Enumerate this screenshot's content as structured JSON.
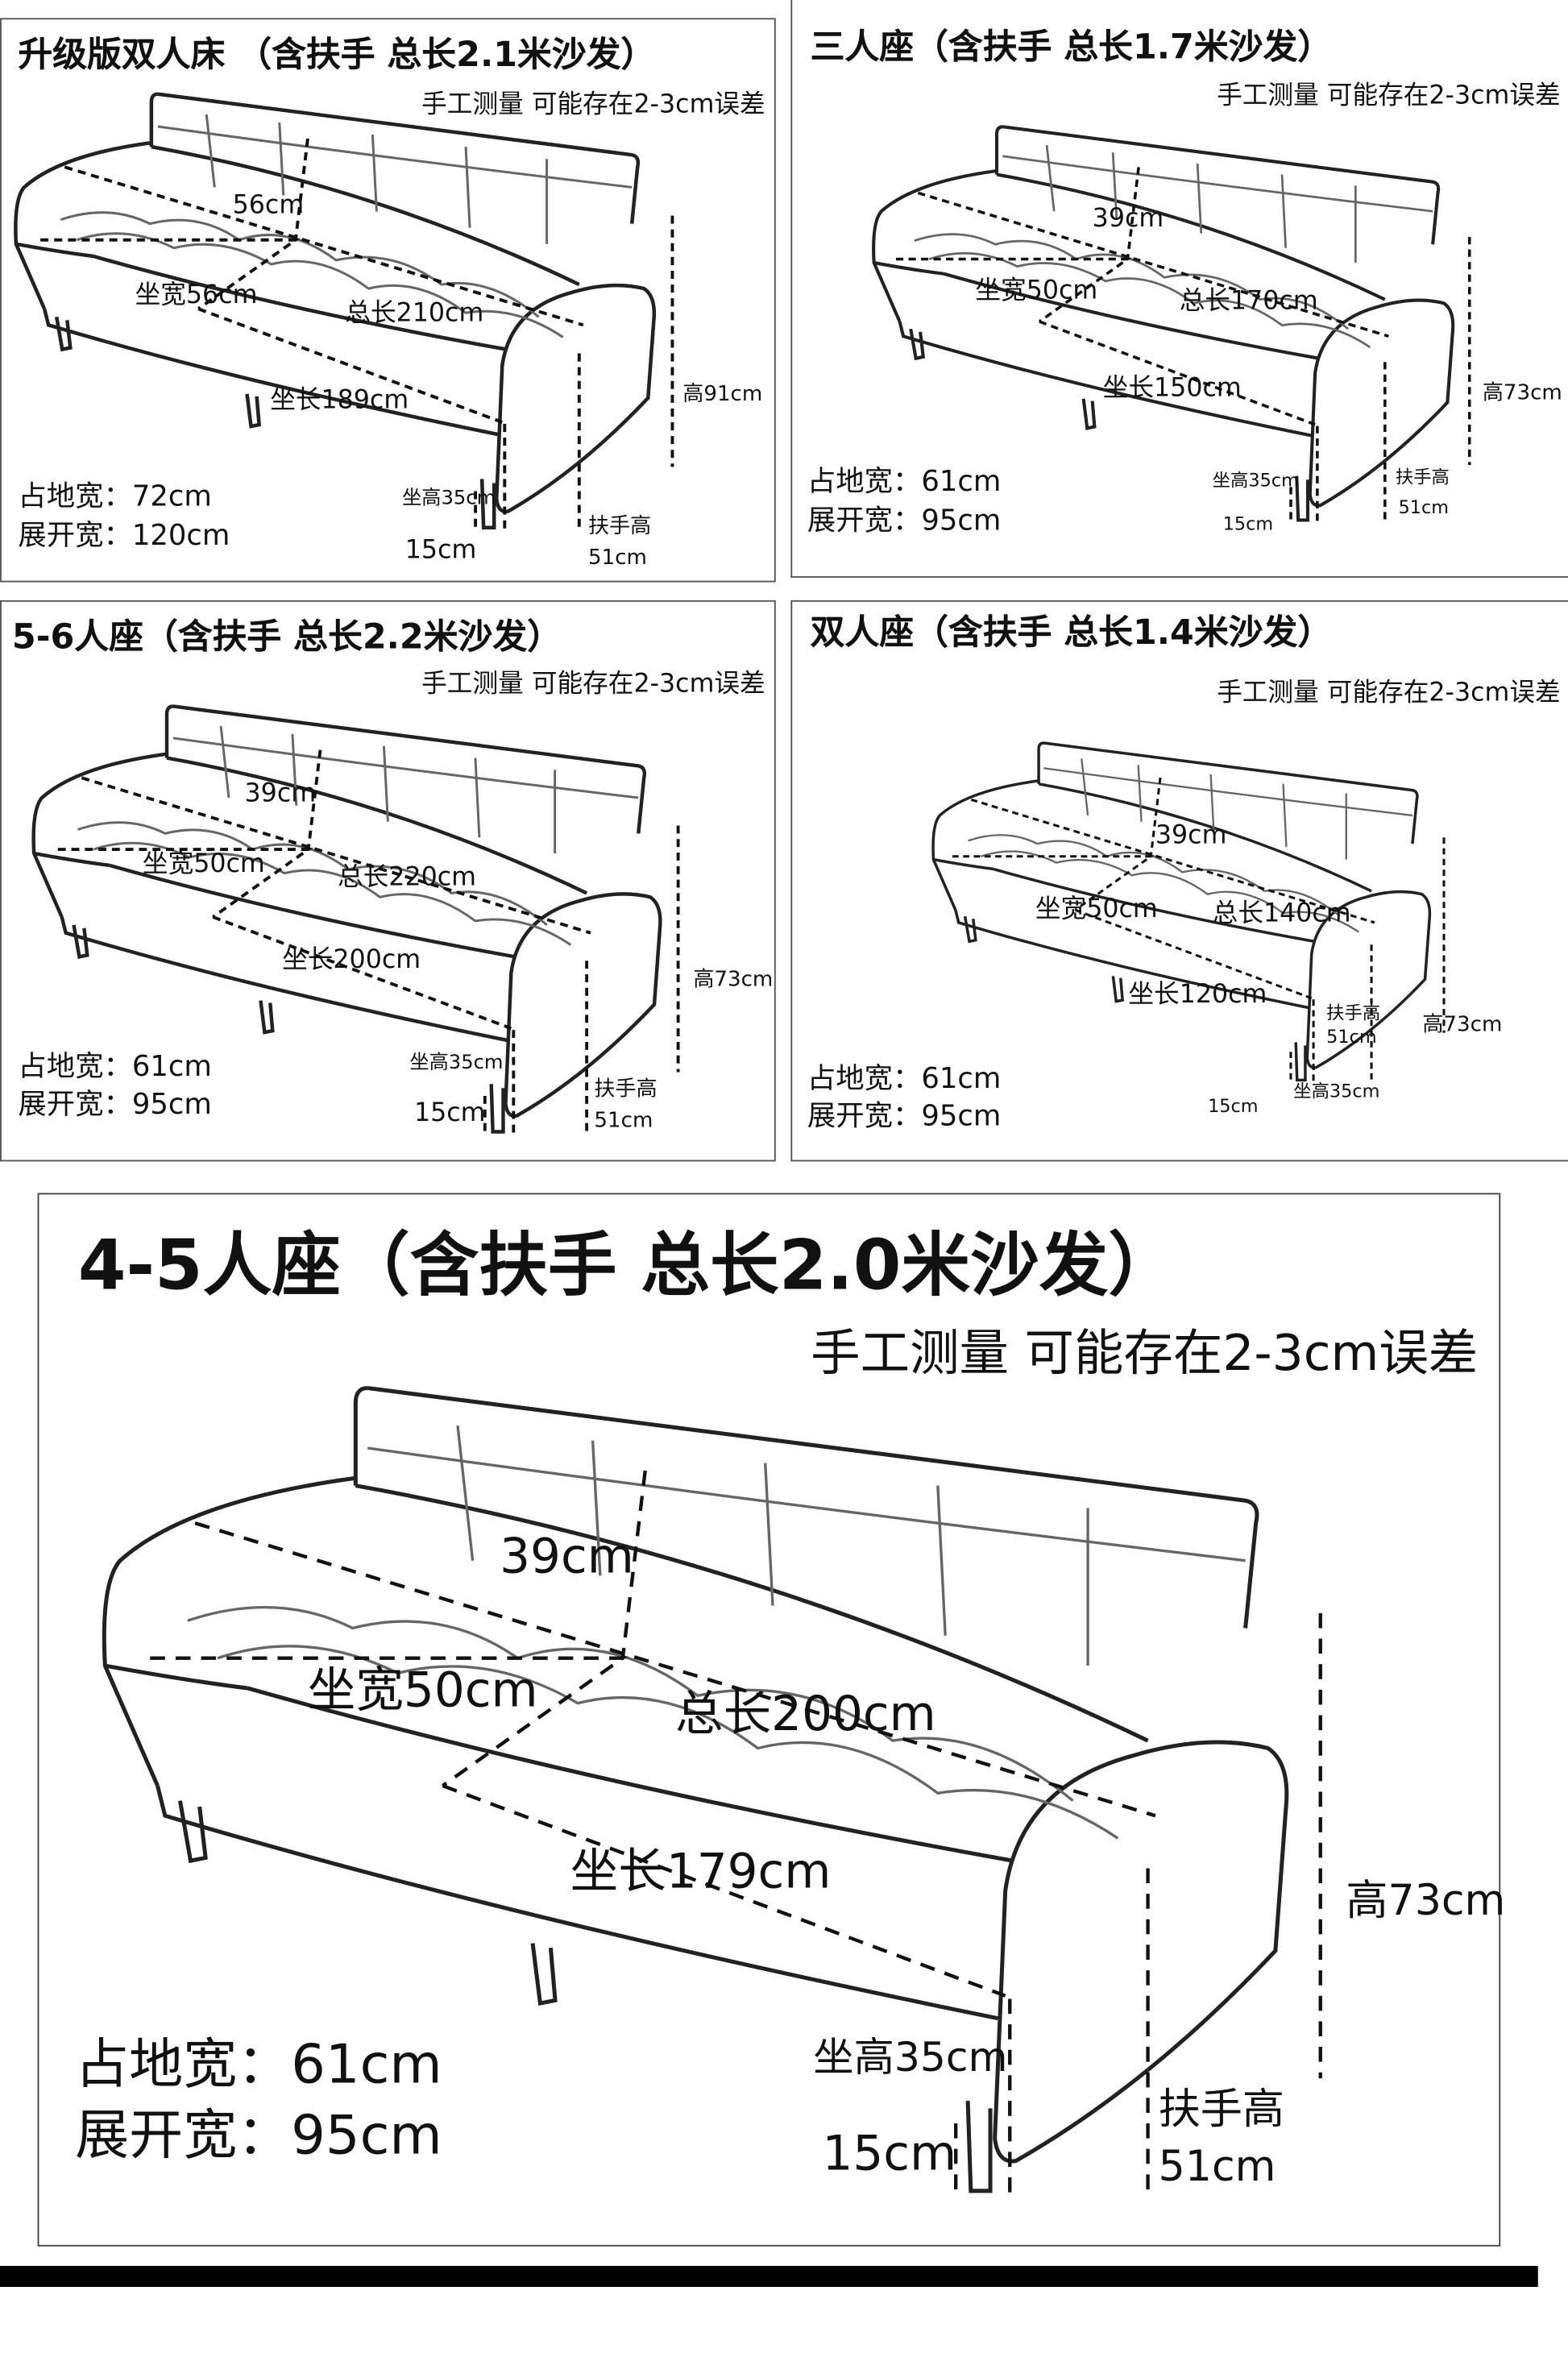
{
  "panels": [
    {
      "title": "升级版双人床 （含扶手 总长2.1米沙发）",
      "subtitle": "手工测量 可能存在2-3cm误差",
      "back_height": "56cm",
      "seat_width": "坐宽56cm",
      "total_length": "总长210cm",
      "seat_length": "坐长189cm",
      "height": "高91cm",
      "seat_height": "坐高35cm",
      "armrest_label": "扶手高",
      "armrest_value": "51cm",
      "leg_height": "15cm",
      "floor_width": "占地宽：72cm",
      "unfold_width": "展开宽：120cm"
    },
    {
      "title": "三人座（含扶手 总长1.7米沙发）",
      "subtitle": "手工测量 可能存在2-3cm误差",
      "back_height": "39cm",
      "seat_width": "坐宽50cm",
      "total_length": "总长170cm",
      "seat_length": "坐长150cm",
      "height": "高73cm",
      "seat_height": "坐高35cm",
      "armrest_label": "扶手高",
      "armrest_value": "51cm",
      "leg_height": "15cm",
      "floor_width": "占地宽：61cm",
      "unfold_width": "展开宽：95cm"
    },
    {
      "title": "5-6人座（含扶手 总长2.2米沙发）",
      "subtitle": "手工测量 可能存在2-3cm误差",
      "back_height": "39cm",
      "seat_width": "坐宽50cm",
      "total_length": "总长220cm",
      "seat_length": "坐长200cm",
      "height": "高73cm",
      "seat_height": "坐高35cm",
      "armrest_label": "扶手高",
      "armrest_value": "51cm",
      "leg_height": "15cm",
      "floor_width": "占地宽：61cm",
      "unfold_width": "展开宽：95cm"
    },
    {
      "title": "双人座（含扶手 总长1.4米沙发）",
      "subtitle": "手工测量 可能存在2-3cm误差",
      "back_height": "39cm",
      "seat_width": "坐宽50cm",
      "total_length": "总长140cm",
      "seat_length": "坐长120cm",
      "height": "高73cm",
      "seat_height": "坐高35cm",
      "armrest_label": "扶手高",
      "armrest_value": "51cm",
      "leg_height": "15cm",
      "floor_width": "占地宽：61cm",
      "unfold_width": "展开宽：95cm"
    },
    {
      "title": "4-5人座（含扶手 总长2.0米沙发）",
      "subtitle": "手工测量 可能存在2-3cm误差",
      "back_height": "39cm",
      "seat_width": "坐宽50cm",
      "total_length": "总长200cm",
      "seat_length": "坐长179cm",
      "height": "高73cm",
      "seat_height": "坐高35cm",
      "armrest_label": "扶手高",
      "armrest_value": "51cm",
      "leg_height": "15cm",
      "floor_width": "占地宽：61cm",
      "unfold_width": "展开宽：95cm"
    }
  ]
}
